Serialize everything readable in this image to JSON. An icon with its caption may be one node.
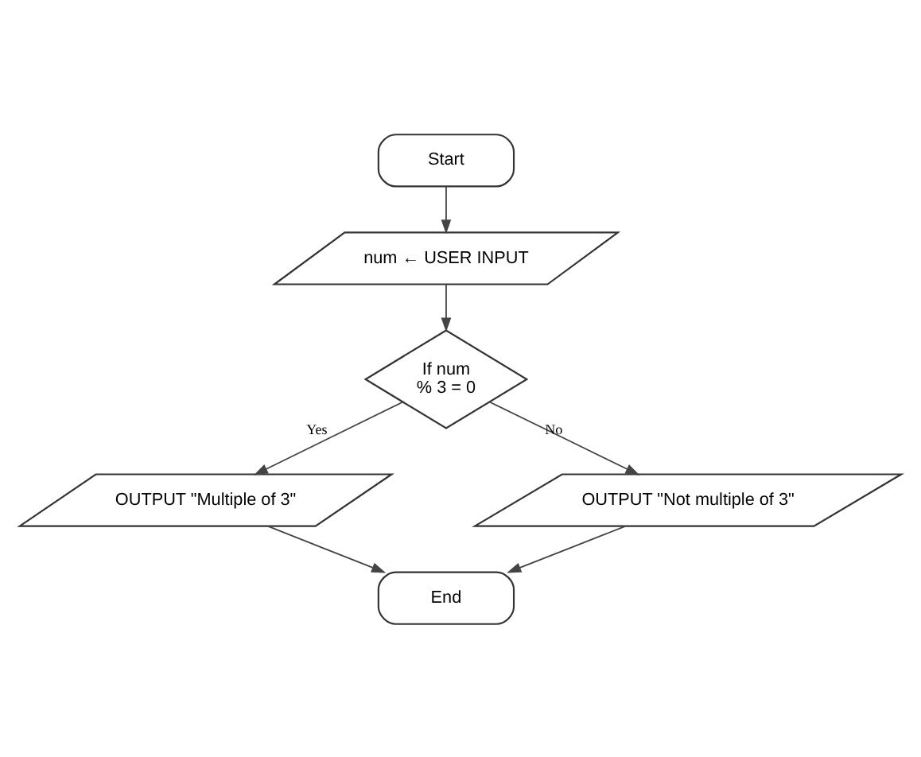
{
  "diagram": {
    "nodes": [
      {
        "text": [
          "Start"
        ]
      },
      {
        "text": [
          "num ← USER INPUT"
        ]
      },
      {
        "text": [
          "If num % 3 = 0"
        ]
      },
      {
        "text": [
          "OUTPUT \"Multiple of 3\""
        ]
      },
      {
        "text": [
          "OUTPUT \"Not multiple of 3\""
        ]
      },
      {
        "text": [
          "End"
        ]
      }
    ],
    "edges": [
      {
        "from": 0,
        "to": 1,
        "arrow": "to"
      },
      {
        "from": 1,
        "to": 2,
        "arrow": "to"
      },
      {
        "from": 2,
        "to": 3,
        "arrow": "to",
        "label": "Yes"
      },
      {
        "from": 2,
        "to": 4,
        "arrow": "to",
        "label": "No"
      },
      {
        "from": 3,
        "to": 5,
        "arrow": "to"
      },
      {
        "from": 4,
        "to": 5,
        "arrow": "to"
      }
    ]
  }
}
